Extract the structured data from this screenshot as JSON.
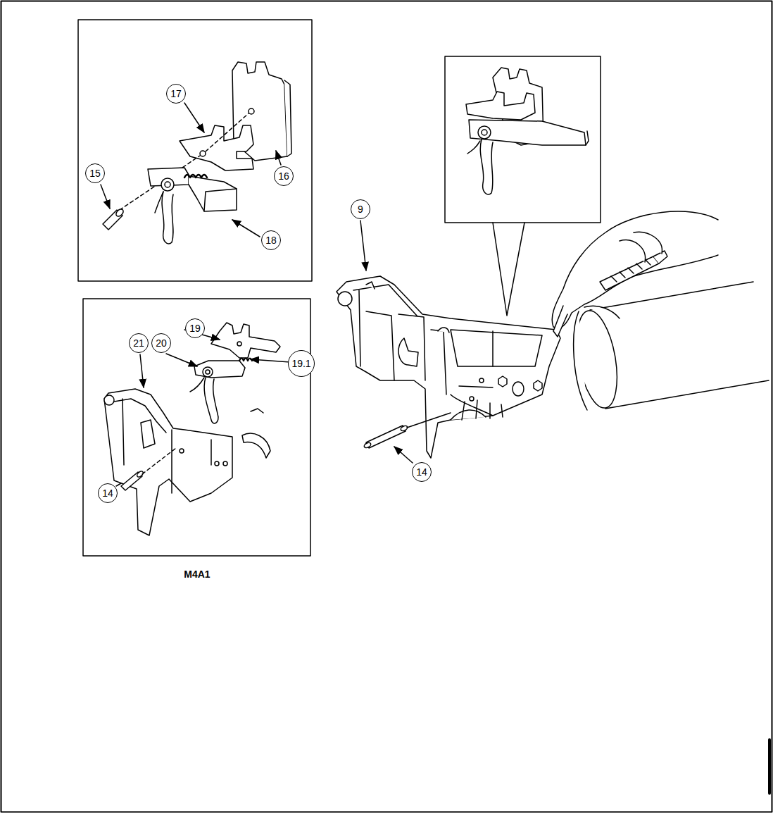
{
  "diagram": {
    "caption": "M4A1",
    "nodes": [
      {
        "text": [
          "17"
        ]
      },
      {
        "text": [
          "15"
        ]
      },
      {
        "text": [
          "16"
        ]
      },
      {
        "text": [
          "18"
        ]
      },
      {
        "text": [
          "9"
        ]
      },
      {
        "text": [
          "21"
        ]
      },
      {
        "text": [
          "20"
        ]
      },
      {
        "text": [
          "19"
        ]
      },
      {
        "text": [
          "19.1"
        ]
      },
      {
        "text": [
          "14"
        ]
      },
      {
        "text": [
          "14"
        ]
      }
    ]
  }
}
